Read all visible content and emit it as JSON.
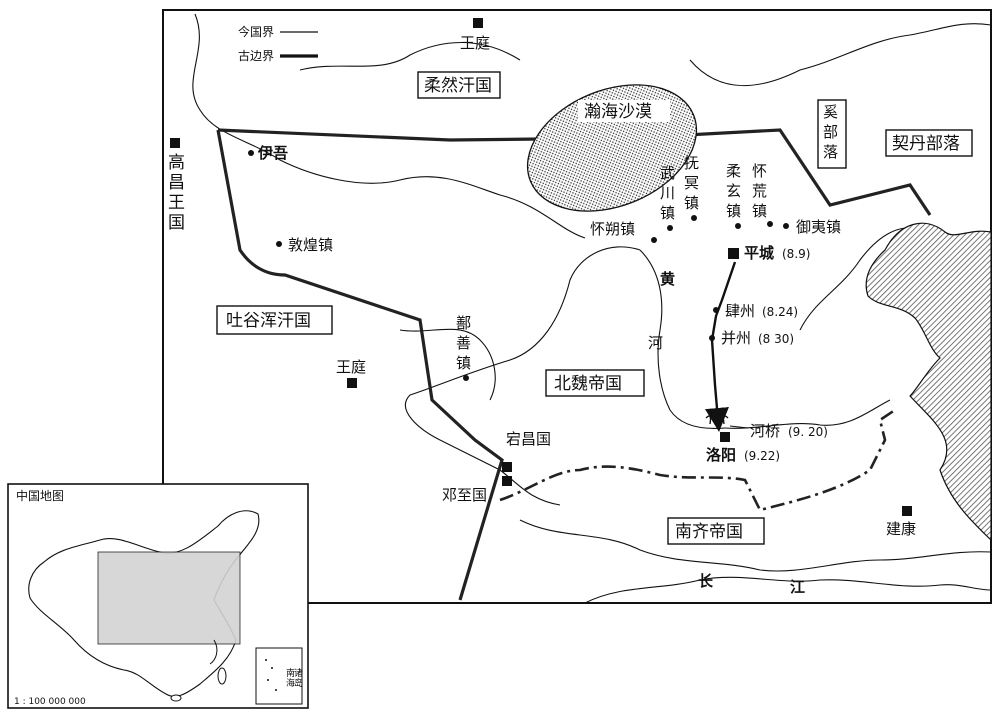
{
  "legend": {
    "modern_border": "今国界",
    "ancient_border": "古边界"
  },
  "states": {
    "rouran": "柔然汗国",
    "tuyuhun": "吐谷浑汗国",
    "northern_wei": "北魏帝国",
    "southern_qi": "南齐帝国",
    "khitan": "契丹部落",
    "xi": [
      "奚",
      "部",
      "落"
    ],
    "gaochang": [
      "高",
      "昌",
      "王",
      "国"
    ],
    "dangchang": "宕昌国",
    "dengzhi": "邓至国"
  },
  "cities": {
    "rouran_court": "王庭",
    "tuyuhun_court": "王庭",
    "yiwu": "伊吾",
    "dunhuang": "敦煌镇",
    "shanshan": [
      "鄯",
      "善",
      "镇"
    ],
    "huaishuo": "怀朔镇",
    "wuchuan": [
      "武",
      "川",
      "镇"
    ],
    "fuming": [
      "抚",
      "冥",
      "镇"
    ],
    "rouxuan": [
      "柔",
      "玄",
      "镇"
    ],
    "huaihuang": [
      "怀",
      "荒",
      "镇"
    ],
    "yuyi": "御夷镇",
    "jiankang": "建康"
  },
  "route": {
    "pingcheng": "平城",
    "pingcheng_date": "(8.9)",
    "sizhou": "肆州",
    "sizhou_date": "(8.24)",
    "bingzhou": "并州",
    "bingzhou_date": "(8 30)",
    "heqiao": "河桥",
    "heqiao_date": "(9. 20)",
    "luoyang": "洛阳",
    "luoyang_date": "(9.22)"
  },
  "features": {
    "desert": "瀚海沙漠",
    "yellow_river": [
      "黄",
      "河"
    ],
    "yangtze": [
      "长",
      "江"
    ]
  },
  "inset": {
    "title": "中国地图",
    "scale": "1 : 100 000 000",
    "south_sea": [
      "南",
      "海",
      "诸",
      "岛"
    ]
  },
  "colors": {
    "ink": "#111111",
    "highlight": "#d3d3d3",
    "sea_hatch": "#666666"
  }
}
